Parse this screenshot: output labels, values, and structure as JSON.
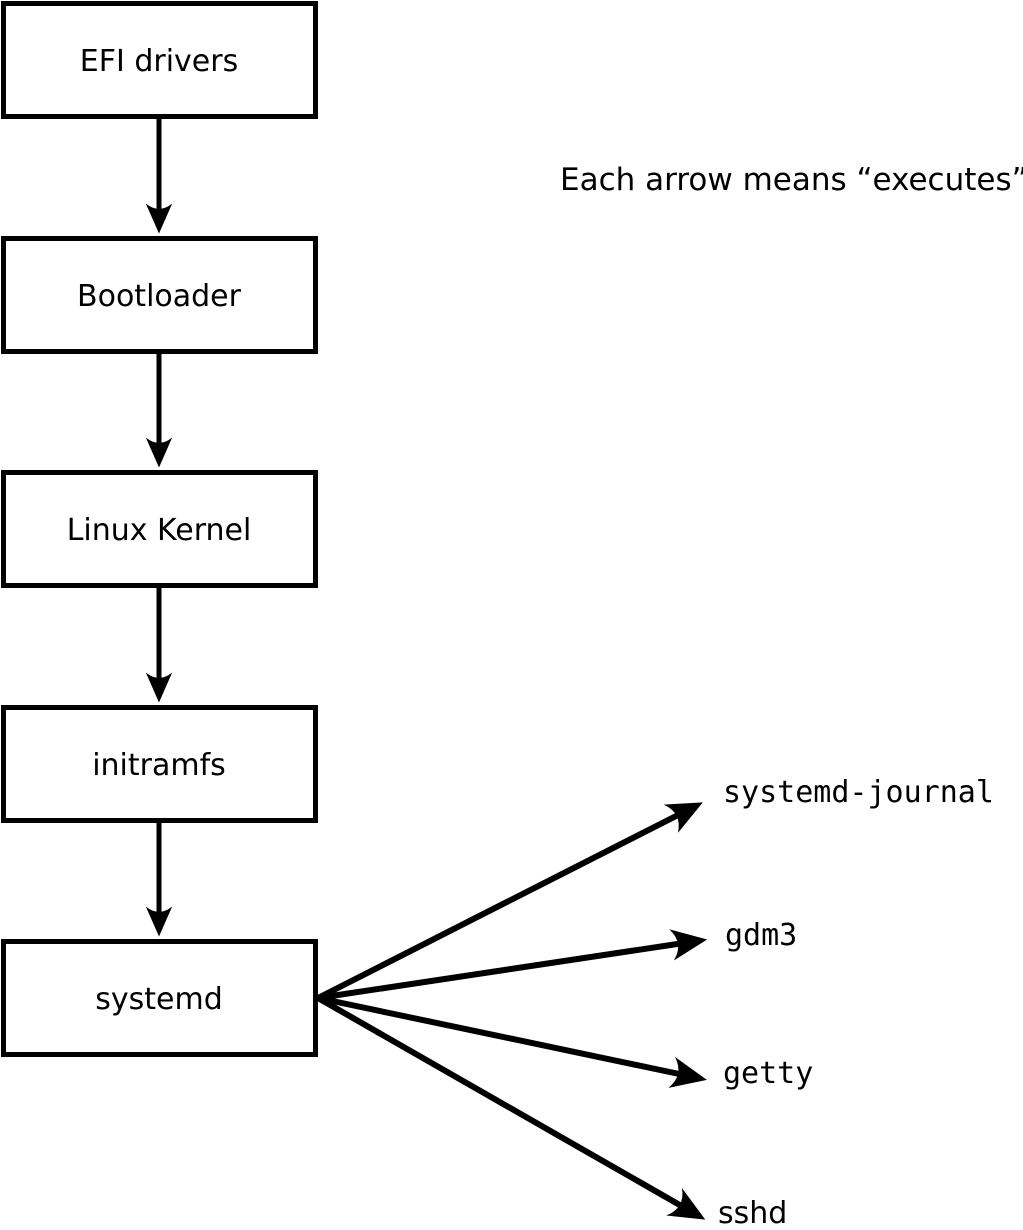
{
  "diagram": {
    "caption": "Each arrow means “executes”.",
    "chain_boxes": [
      {
        "label": "EFI drivers"
      },
      {
        "label": "Bootloader"
      },
      {
        "label": "Linux Kernel"
      },
      {
        "label": "initramfs"
      },
      {
        "label": "systemd"
      }
    ],
    "spawned_processes": [
      {
        "label": "systemd-journal"
      },
      {
        "label": "gdm3"
      },
      {
        "label": "getty"
      },
      {
        "label": "sshd"
      }
    ],
    "colors": {
      "background": "#ffffff",
      "line": "#000000",
      "box_fill": "#ffffff",
      "text": "#000000"
    }
  }
}
